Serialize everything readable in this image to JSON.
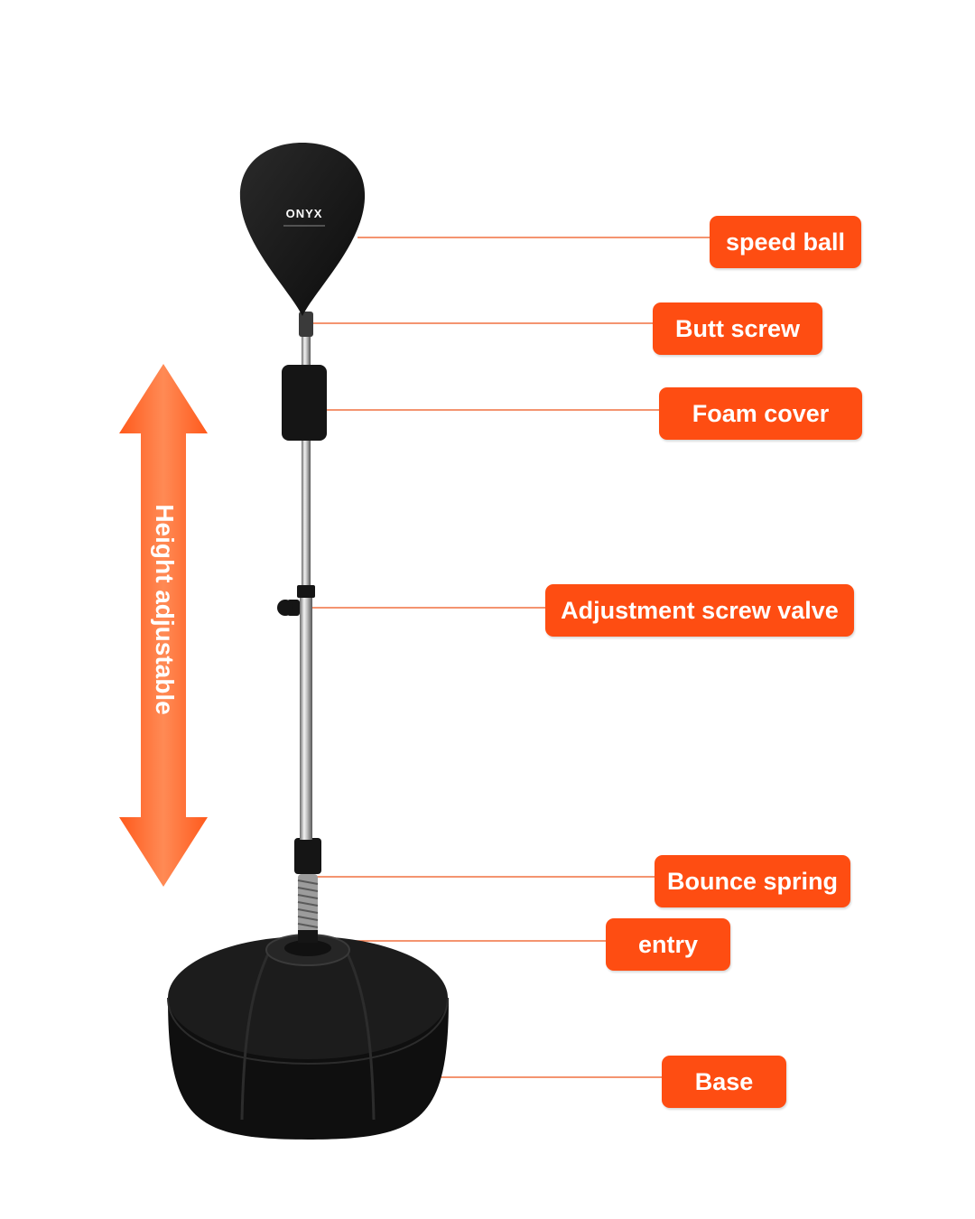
{
  "accent_color": "#fe4d12",
  "product_color": "#151515",
  "brand_logo": "ONYX",
  "height_arrow": {
    "label": "Height adjustable",
    "icon": "double-arrow-icon"
  },
  "labels": {
    "speed_ball": "speed ball",
    "butt_screw": "Butt screw",
    "foam_cover": "Foam cover",
    "adjustment_screw_valve": "Adjustment screw valve",
    "bounce_spring": "Bounce spring",
    "entry": "entry",
    "base": "Base"
  }
}
